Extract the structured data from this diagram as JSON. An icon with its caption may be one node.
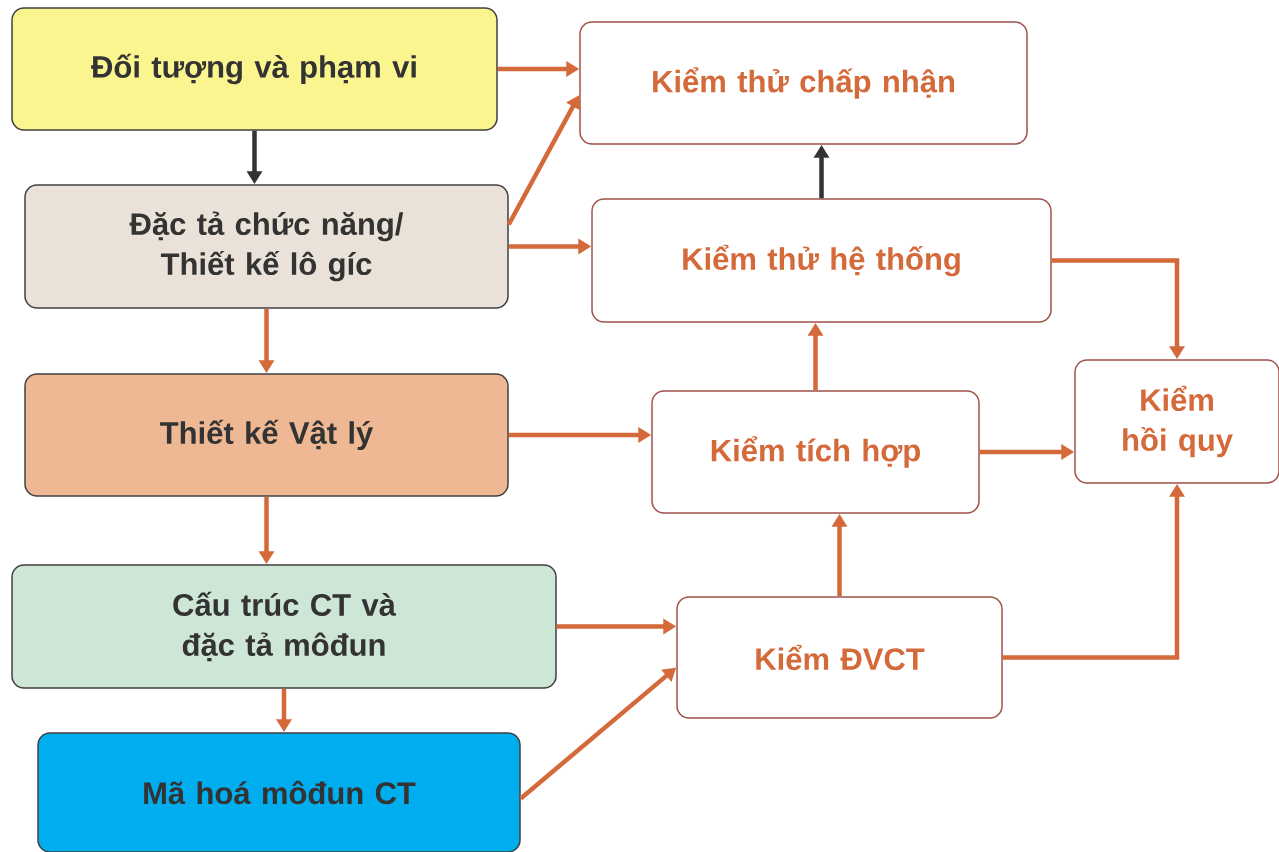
{
  "diagram": {
    "nodes": [
      {
        "text": [
          "Đối tượng và phạm vi"
        ]
      },
      {
        "text": [
          "Đặc tả chức năng/ Thiết kế lô gíc"
        ]
      },
      {
        "text": [
          "Thiết kế Vật lý"
        ]
      },
      {
        "text": [
          "Cấu trúc CT và đặc tả môđun"
        ]
      },
      {
        "text": [
          "Mã hoá môđun CT"
        ]
      },
      {
        "text": [
          "Kiểm thử chấp nhận"
        ]
      },
      {
        "text": [
          "Kiểm thử hệ thống"
        ]
      },
      {
        "text": [
          "Kiểm tích hợp"
        ]
      },
      {
        "text": [
          "Kiểm hồi quy"
        ]
      },
      {
        "text": [
          "Kiểm ĐVCT"
        ]
      }
    ],
    "edges": [
      {
        "from": 0,
        "to": 1,
        "arrow": "to",
        "color": "#333333"
      },
      {
        "from": 1,
        "to": 2,
        "arrow": "to"
      },
      {
        "from": 2,
        "to": 3,
        "arrow": "to"
      },
      {
        "from": 3,
        "to": 4,
        "arrow": "to"
      },
      {
        "from": 0,
        "to": 5,
        "arrow": "to"
      },
      {
        "from": 1,
        "to": 5,
        "arrow": "to"
      },
      {
        "from": 1,
        "to": 6,
        "arrow": "to"
      },
      {
        "from": 6,
        "to": 5,
        "arrow": "to",
        "color": "#333333"
      },
      {
        "from": 6,
        "to": 8,
        "arrow": "to"
      },
      {
        "from": 2,
        "to": 7,
        "arrow": "to"
      },
      {
        "from": 7,
        "to": 6,
        "arrow": "to"
      },
      {
        "from": 7,
        "to": 8,
        "arrow": "to"
      },
      {
        "from": 3,
        "to": 9,
        "arrow": "to"
      },
      {
        "from": 4,
        "to": 9,
        "arrow": "to"
      },
      {
        "from": 9,
        "to": 7,
        "arrow": "to"
      },
      {
        "from": 9,
        "to": 8,
        "arrow": "to"
      }
    ]
  }
}
